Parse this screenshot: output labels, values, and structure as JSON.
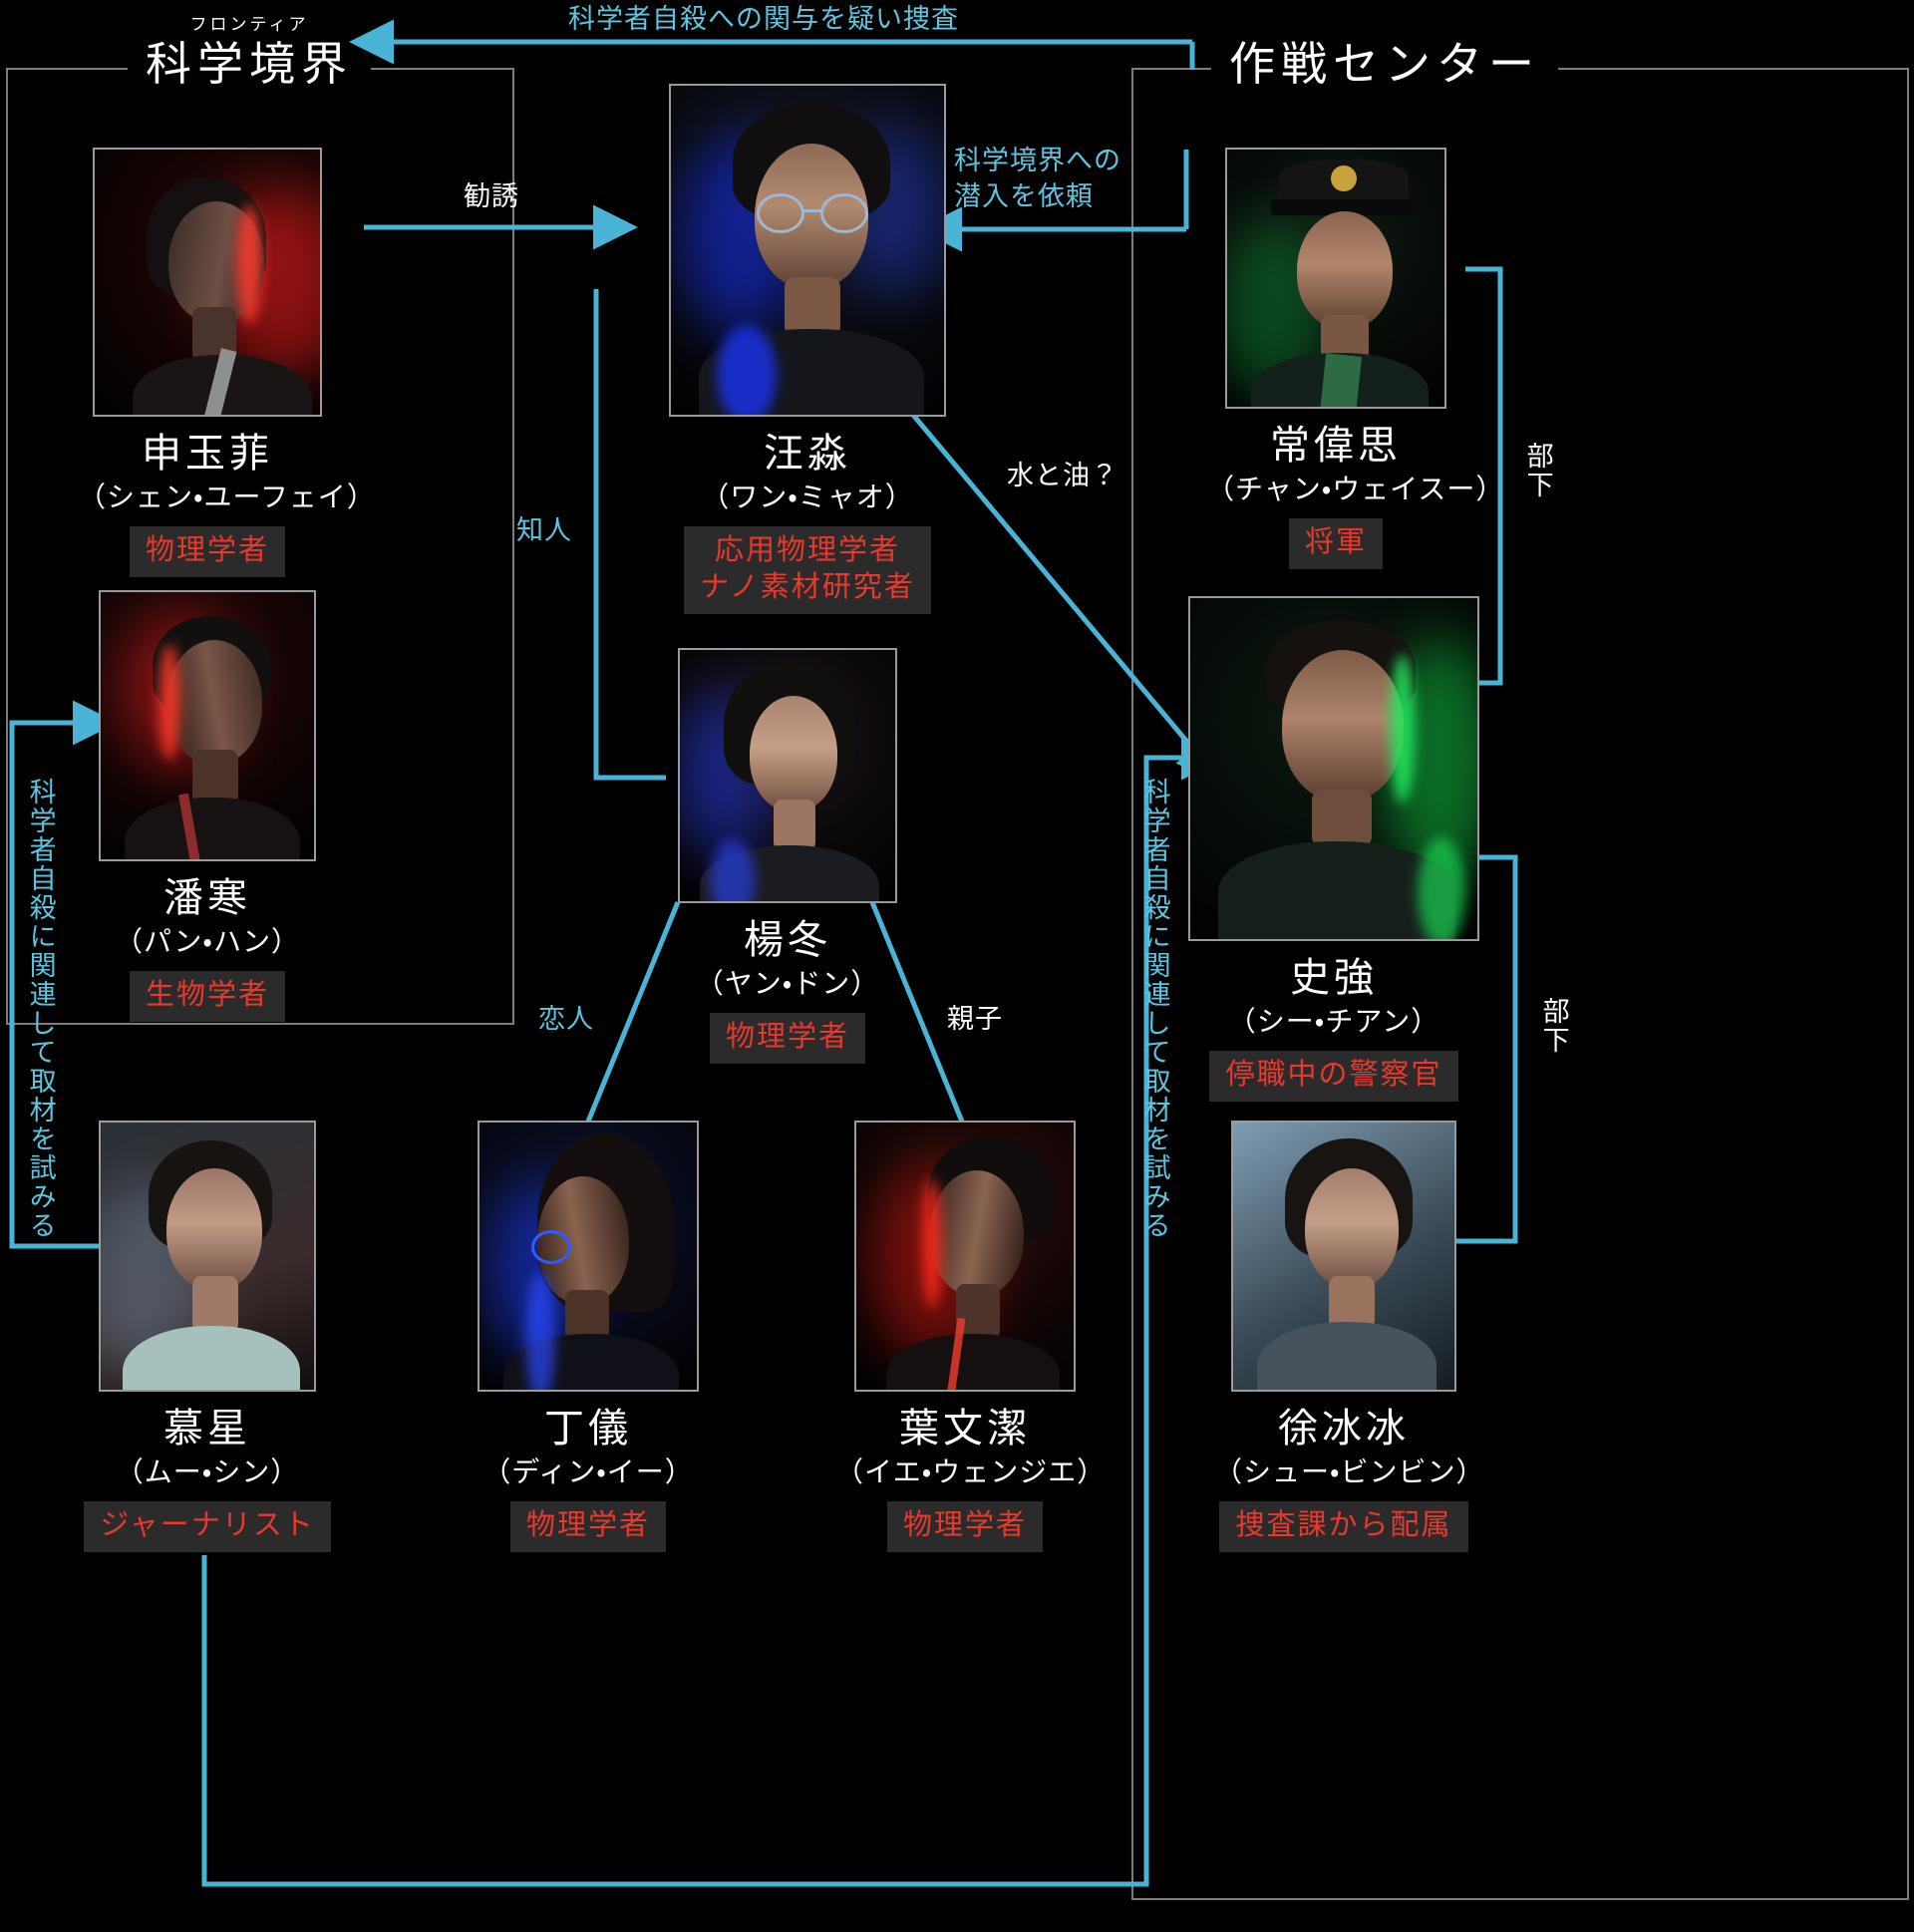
{
  "groups": [
    {
      "id": "frontier",
      "title": "科学境界",
      "ruby": "フロンティア"
    },
    {
      "id": "ops",
      "title": "作戦センター",
      "ruby": ""
    }
  ],
  "characters": [
    {
      "id": "shen-yufei",
      "name": "申玉菲",
      "reading": "（シェン・ユーフェイ）",
      "role": "物理学者"
    },
    {
      "id": "pan-han",
      "name": "潘寒",
      "reading": "（パン・ハン）",
      "role": "生物学者"
    },
    {
      "id": "mu-xing",
      "name": "慕星",
      "reading": "（ムー・シン）",
      "role": "ジャーナリスト"
    },
    {
      "id": "wang-miao",
      "name": "汪淼",
      "reading": "（ワン・ミャオ）",
      "role": "応用物理学者\nナノ素材研究者"
    },
    {
      "id": "yang-dong",
      "name": "楊冬",
      "reading": "（ヤン・ドン）",
      "role": "物理学者"
    },
    {
      "id": "ding-yi",
      "name": "丁儀",
      "reading": "（ディン・イー）",
      "role": "物理学者"
    },
    {
      "id": "ye-wenjie",
      "name": "葉文潔",
      "reading": "（イエ・ウェンジエ）",
      "role": "物理学者"
    },
    {
      "id": "chang-weisi",
      "name": "常偉思",
      "reading": "（チャン・ウェイスー）",
      "role": "将軍"
    },
    {
      "id": "shi-qiang",
      "name": "史強",
      "reading": "（シー・チアン）",
      "role": "停職中の警察官"
    },
    {
      "id": "xu-bingbing",
      "name": "徐冰冰",
      "reading": "（シュー・ビンビン）",
      "role": "捜査課から配属"
    }
  ],
  "relations": [
    {
      "id": "investigate-top",
      "label": "科学者自殺への関与を疑い捜査"
    },
    {
      "id": "recruit",
      "label": "勧誘"
    },
    {
      "id": "infiltrate",
      "label": "科学境界への\n潜入を依頼"
    },
    {
      "id": "acquaintance",
      "label": "知人"
    },
    {
      "id": "oil-water",
      "label": "水と油？"
    },
    {
      "id": "lover",
      "label": "恋人"
    },
    {
      "id": "parent-child",
      "label": "親子"
    },
    {
      "id": "subordinate-top",
      "label": "部下"
    },
    {
      "id": "subordinate-bottom",
      "label": "部下"
    },
    {
      "id": "interview-left",
      "label": "科学者自殺に関連して取材を試みる"
    },
    {
      "id": "interview-right",
      "label": "科学者自殺に関連して取材を試みる"
    }
  ],
  "colors": {
    "wire": "#4ab4d6",
    "group_border": "#7d7d7d",
    "badge_bg": "#2b2b2b",
    "badge_text": "#e8392c",
    "background": "#000000",
    "label_text": "#5ec4e0"
  }
}
